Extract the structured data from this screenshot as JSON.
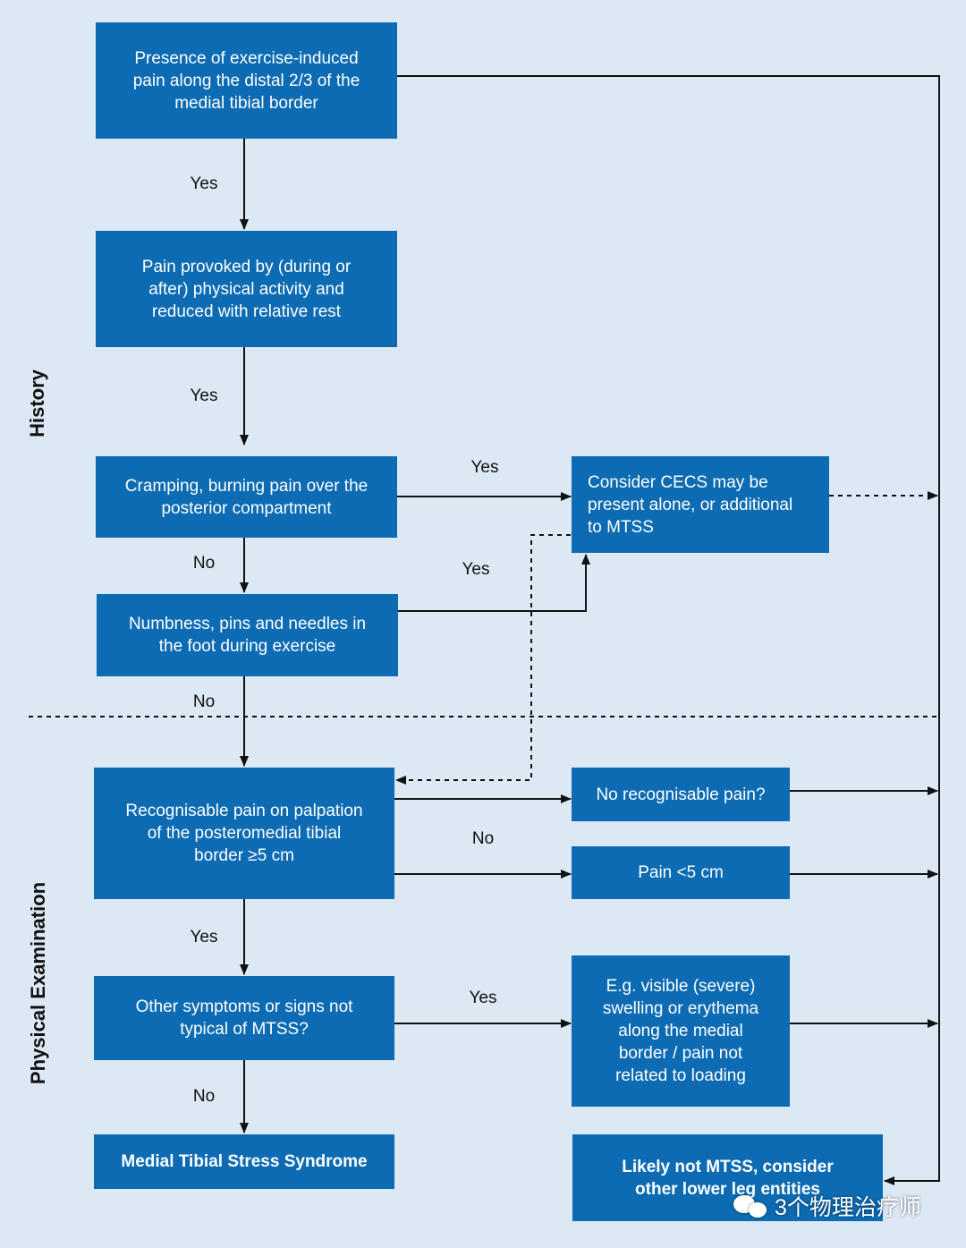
{
  "boxes": {
    "box1": "Presence of exercise-induced\npain along the distal 2/3 of the\nmedial tibial border",
    "box2": "Pain provoked by (during or\nafter) physical activity and\nreduced with relative rest",
    "box3": "Cramping, burning pain over the\nposterior compartment",
    "box4": "Numbness, pins and needles in\nthe foot during exercise",
    "box_cecs": "Consider CECS may be\npresent alone, or additional\nto MTSS",
    "box5": "Recognisable pain on palpation\nof the posteromedial tibial\nborder ≥5 cm",
    "box_norecog": "No recognisable pain?",
    "box_lt5": "Pain <5 cm",
    "box6": "Other symptoms or signs not\ntypical of MTSS?",
    "box_eg": "E.g. visible (severe)\nswelling or erythema\nalong the medial\nborder / pain not\nrelated to loading",
    "box_mtss": "Medial Tibial Stress Syndrome",
    "box_likely": "Likely not MTSS, consider\nother lower leg entities"
  },
  "labels": {
    "yes1": "Yes",
    "yes2": "Yes",
    "yes3": "Yes",
    "no1": "No",
    "yes4": "Yes",
    "no2": "No",
    "no3": "No",
    "yes5": "Yes",
    "yes6": "Yes",
    "no4": "No"
  },
  "sections": {
    "history": "History",
    "physical": "Physical Examination"
  },
  "watermark": "3个物理治疗师",
  "colors": {
    "background": "#dce9f5",
    "box": "#0c6bb2",
    "box_text": "#ffffff",
    "line": "#111111"
  }
}
